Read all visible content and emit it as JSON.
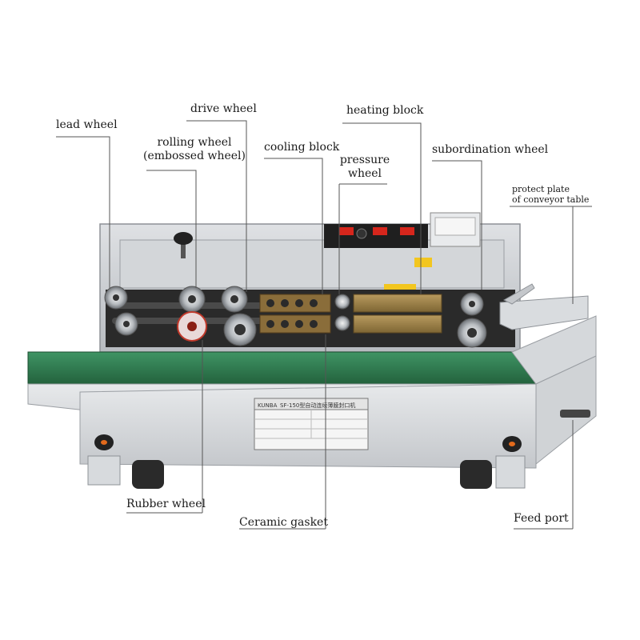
{
  "labels": {
    "lead_wheel": "lead wheel",
    "drive_wheel": "drive wheel",
    "rolling_wheel_1": "rolling wheel",
    "rolling_wheel_2": "(embossed wheel)",
    "cooling_block": "cooling block",
    "heating_block": "heating block",
    "pressure_wheel_1": "pressure",
    "pressure_wheel_2": "wheel",
    "subordination_wheel": "subordination wheel",
    "protect_plate_1": "protect plate",
    "protect_plate_2": "of conveyor table",
    "rubber_wheel": "Rubber wheel",
    "ceramic_gasket": "Ceramic gasket",
    "feed_port": "Feed port"
  },
  "nameplate": {
    "brand": "KUNBA",
    "model": "SF-150型自动连续薄膜封口机"
  },
  "colors": {
    "machine_body": "#c9ccd0",
    "conveyor_belt": "#2f7a4e",
    "knob": "#222222",
    "knob_accent": "#e26a1c",
    "button_red": "#d6261c",
    "leader_line": "#555555"
  }
}
